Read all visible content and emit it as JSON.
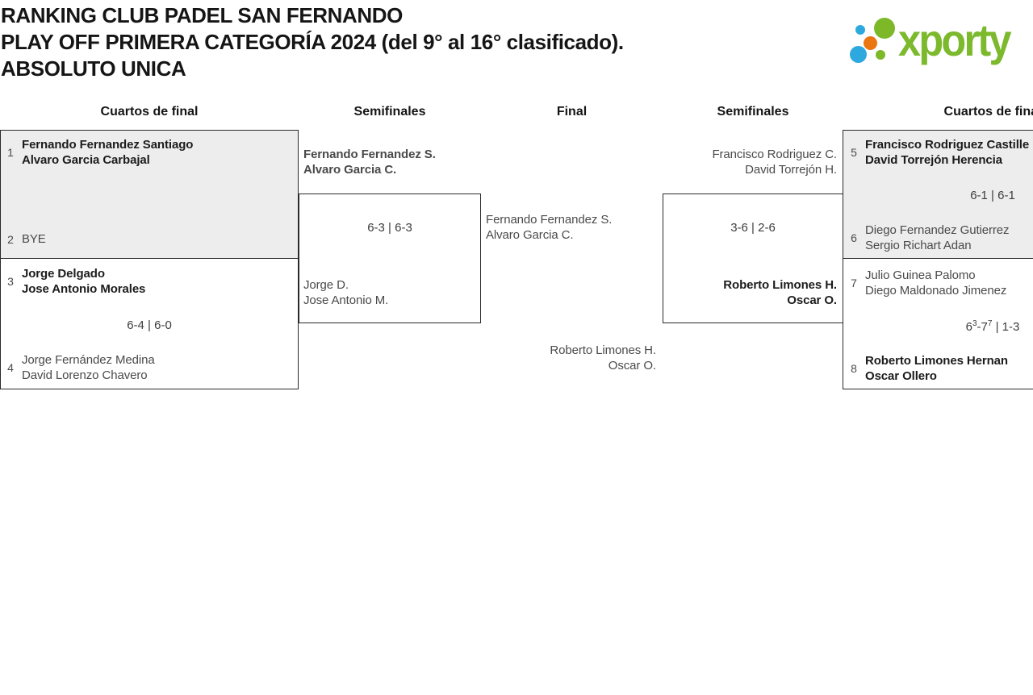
{
  "header": {
    "title_lines": [
      "RANKING CLUB PADEL SAN FERNANDO",
      "PLAY OFF PRIMERA CATEGORÍA 2024 (del 9° al 16° clasificado).",
      "ABSOLUTO UNICA"
    ],
    "logo": {
      "text": "xporty",
      "green": "#7db829",
      "blue": "#2ea9e0",
      "orange": "#ea7511"
    }
  },
  "round_headers": [
    "Cuartos de final",
    "Semifinales",
    "Final",
    "Semifinales",
    "Cuartos de final"
  ],
  "matches": {
    "qf_left_1": {
      "seed_top": "1",
      "team_top": [
        "Fernando Fernandez Santiago",
        "Alvaro Garcia Carbajal"
      ],
      "seed_bottom": "2",
      "team_bottom": [
        "BYE"
      ]
    },
    "qf_left_2": {
      "seed_top": "3",
      "team_top": [
        "Jorge Delgado",
        "Jose Antonio Morales"
      ],
      "score": "6-4 | 6-0",
      "seed_bottom": "4",
      "team_bottom": [
        "Jorge Fernández Medina",
        "David Lorenzo Chavero"
      ]
    },
    "sf_left": {
      "team_top": [
        "Fernando Fernandez S.",
        "Alvaro Garcia C."
      ],
      "score": "6-3 | 6-3",
      "team_bottom": [
        "Jorge D.",
        "Jose Antonio M."
      ]
    },
    "final": {
      "team_left": [
        "Fernando Fernandez S.",
        "Alvaro Garcia C."
      ],
      "team_right": [
        "Roberto Limones H.",
        "Oscar O."
      ]
    },
    "sf_right": {
      "team_top": [
        "Francisco Rodriguez C.",
        "David Torrejón H."
      ],
      "score": "3-6 | 2-6",
      "team_bottom": [
        "Roberto Limones H.",
        "Oscar O."
      ]
    },
    "qf_right_1": {
      "seed_top": "5",
      "team_top": [
        "Francisco Rodriguez Castille",
        "David Torrejón Herencia"
      ],
      "score": "6-1 | 6-1",
      "seed_bottom": "6",
      "team_bottom": [
        "Diego Fernandez Gutierrez",
        "Sergio Richart Adan"
      ]
    },
    "qf_right_2": {
      "seed_top": "7",
      "team_top": [
        "Julio Guinea Palomo",
        "Diego Maldonado Jimenez"
      ],
      "score_set_a": "6",
      "score_sup_a": "3",
      "score_set_b": "-7",
      "score_sup_b": "7",
      "score_tail": " | 1-3",
      "seed_bottom": "8",
      "team_bottom": [
        "Roberto Limones Hernan",
        "Oscar Ollero"
      ]
    }
  },
  "colors": {
    "box_background": "#ededed",
    "box_border": "#2a2a2a"
  }
}
